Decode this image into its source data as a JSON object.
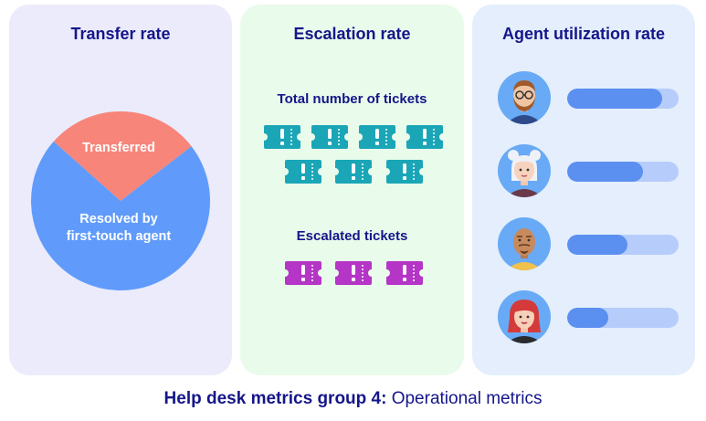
{
  "panels": {
    "transfer": {
      "title": "Transfer rate"
    },
    "escalation": {
      "title": "Escalation rate",
      "total_label": "Total number of tickets",
      "escalated_label": "Escalated tickets"
    },
    "utilization": {
      "title": "Agent utilization rate"
    }
  },
  "chart_data": [
    {
      "type": "pie",
      "slices": [
        {
          "label": "Transferred",
          "value": 0.28,
          "color": "#f7857a"
        },
        {
          "label": "Resolved by first-touch agent",
          "value": 0.72,
          "color": "#609bfb"
        }
      ]
    },
    {
      "type": "bar",
      "orientation": "horizontal",
      "values": [
        0.85,
        0.68,
        0.54,
        0.37
      ],
      "track_color": "#b6cdfb",
      "fill_color": "#5b8ff0"
    }
  ],
  "labels": {
    "transferred": "Transferred",
    "resolved_line1": "Resolved by",
    "resolved_line2": "first-touch agent"
  },
  "tickets": {
    "total_count": 7,
    "escalated_count": 3,
    "total_color": "#1aa6b7",
    "escalated_color": "#b535c7",
    "icon": "ticket-exclamation-icon"
  },
  "footer": {
    "bold": "Help desk metrics group 4:",
    "regular": " Operational metrics"
  }
}
